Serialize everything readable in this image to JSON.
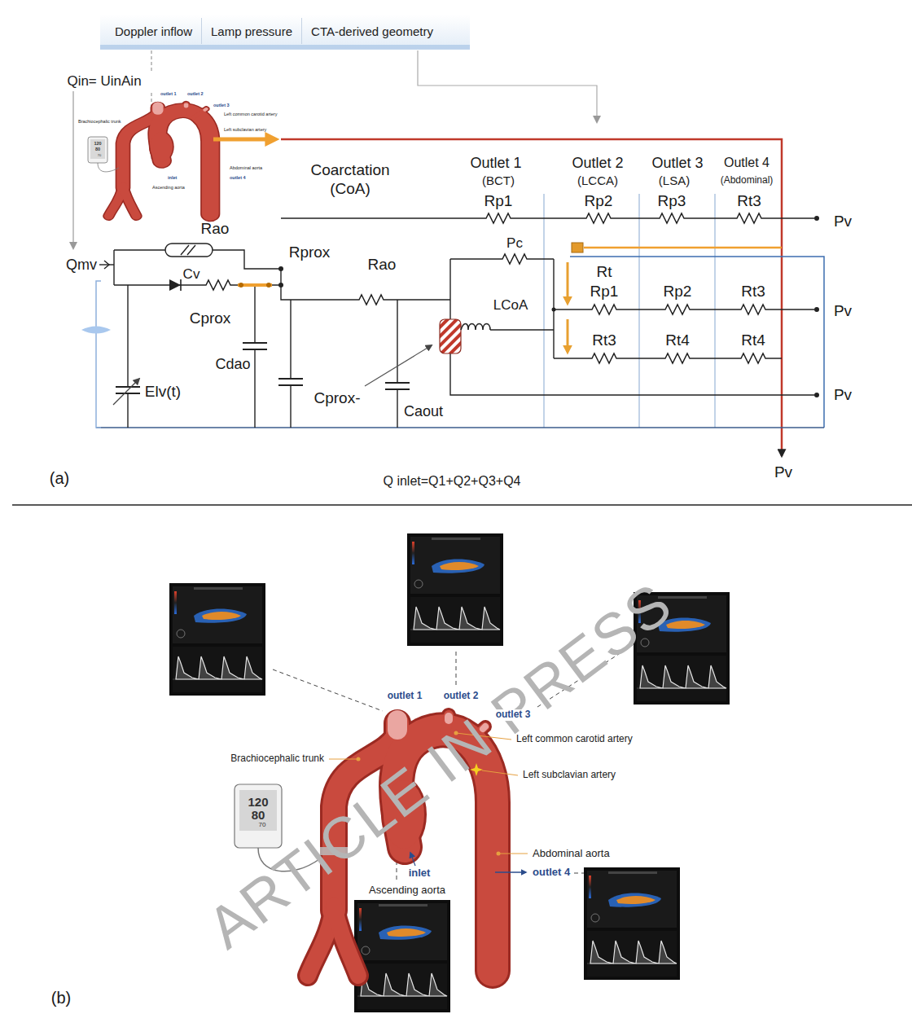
{
  "diagram": {
    "nodes": [
      {
        "text": [
          "Doppler inflow"
        ]
      },
      {
        "text": [
          "Lamp pressure"
        ]
      },
      {
        "text": [
          "CTA-derived geometry"
        ]
      }
    ],
    "labels": [
      "Qin= UinAin",
      "outlet 1",
      "outlet 2",
      "outlet 3",
      "Left common carotid artery",
      "Left subclavian artery",
      "Brachiocephalic trunk",
      "120",
      "80",
      "70",
      "inlet",
      "Ascending aorta",
      "Abdominal aorta",
      "outlet 4",
      "Coarctation",
      "(CoA)",
      "Outlet 1",
      "(BCT)",
      "Outlet 2",
      "(LCCA)",
      "Outlet 3",
      "(LSA)",
      "Outlet 4",
      "(Abdominal)",
      "Rp1",
      "Rp2",
      "Rp3",
      "Rt3",
      "Pv",
      "Rao",
      "Qmv",
      "Rprox",
      "Rao",
      "Pc",
      "Cv",
      "Cprox",
      "LCoA",
      "Rt",
      "Rp1",
      "Rp2",
      "Rt3",
      "Pv",
      "Cdao",
      "Rt3",
      "Rt4",
      "Rt4",
      "Elv(t)",
      "Cprox-",
      "Caout",
      "Pv",
      "(a)",
      "Q inlet=Q1+Q2+Q3+Q4",
      "Pv",
      "outlet 1",
      "outlet 2",
      "outlet 3",
      "Left common carotid artery",
      "Brachiocephalic trunk",
      "Left subclavian artery",
      "120",
      "80",
      "70",
      "Abdominal aorta",
      "outlet 4",
      "inlet",
      "Ascending aorta",
      "(b)",
      "ARTICLE IN PRESS"
    ]
  }
}
